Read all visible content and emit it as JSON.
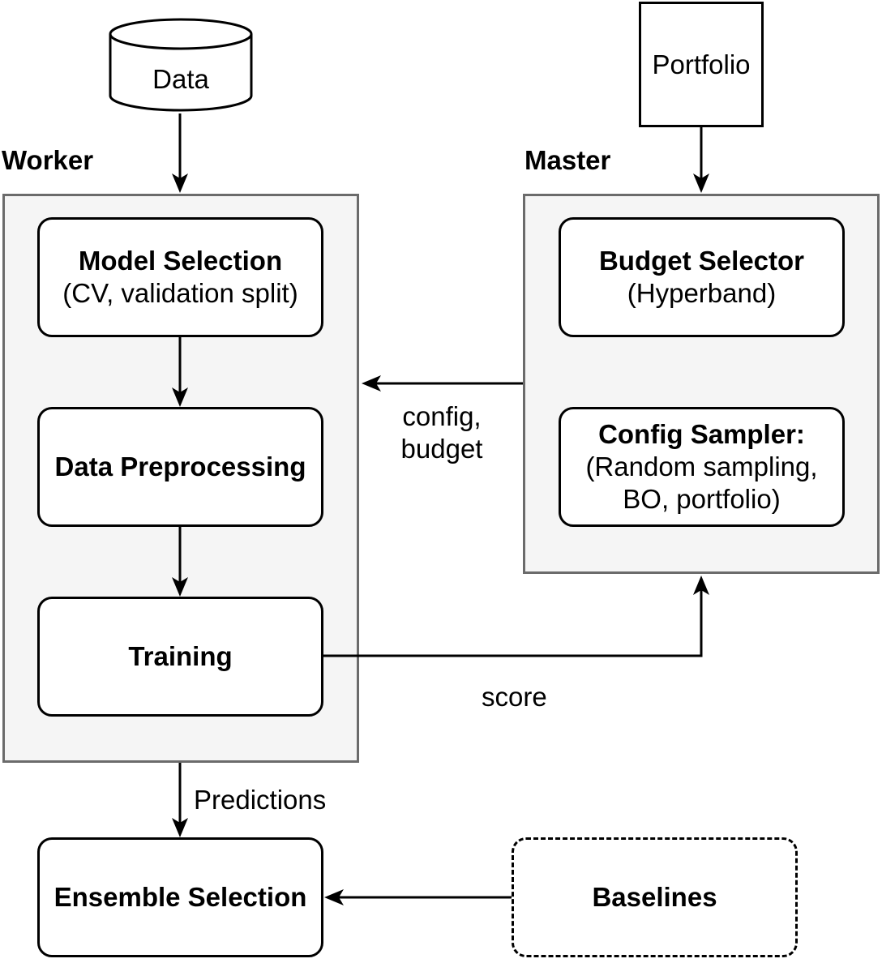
{
  "data_source": {
    "label": "Data"
  },
  "portfolio": {
    "label": "Portfolio"
  },
  "worker": {
    "title": "Worker",
    "steps": [
      {
        "title": "Model Selection",
        "detail": "(CV, validation split)"
      },
      {
        "title": "Data Preprocessing"
      },
      {
        "title": "Training"
      }
    ]
  },
  "master": {
    "title": "Master",
    "budget_selector": {
      "title": "Budget Selector",
      "detail": "(Hyperband)"
    },
    "config_sampler": {
      "title": "Config Sampler:",
      "detail_line1": "(Random sampling,",
      "detail_line2": "BO, portfolio)"
    }
  },
  "edges": {
    "config_budget_line1": "config,",
    "config_budget_line2": "budget",
    "score": "score",
    "predictions": "Predictions"
  },
  "ensemble": {
    "title": "Ensemble Selection"
  },
  "baselines": {
    "title": "Baselines"
  }
}
